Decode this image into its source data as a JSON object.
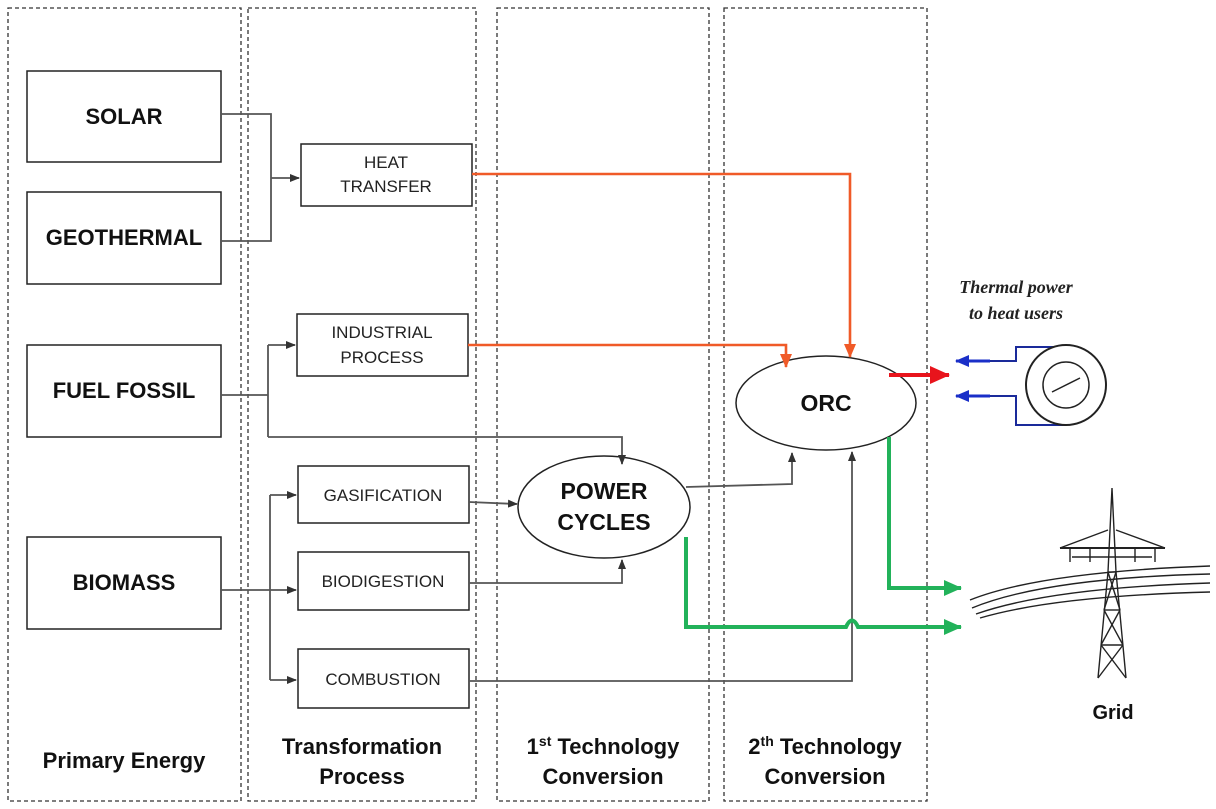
{
  "columns": {
    "primary_energy": [
      "Primary Energy"
    ],
    "transformation_process": [
      "Transformation",
      "Process"
    ],
    "first_tech": {
      "pre": "1",
      "sup": "st",
      "post": " Technology",
      "line2": "Conversion"
    },
    "second_tech": {
      "pre": "2",
      "sup": "th",
      "post": " Technology",
      "line2": "Conversion"
    }
  },
  "primary_sources": {
    "solar": "SOLAR",
    "geothermal": "GEOTHERMAL",
    "fuel_fossil": "FUEL FOSSIL",
    "biomass": "BIOMASS"
  },
  "processes": {
    "heat_transfer": [
      "HEAT",
      "TRANSFER"
    ],
    "industrial_process": [
      "INDUSTRIAL",
      "PROCESS"
    ],
    "gasification": "GASIFICATION",
    "biodigestion": "BIODIGESTION",
    "combustion": "COMBUSTION"
  },
  "conversions": {
    "power_cycles": [
      "POWER",
      "CYCLES"
    ],
    "orc": "ORC"
  },
  "outputs": {
    "thermal_power": [
      "Thermal power",
      "to heat users"
    ],
    "grid": "Grid"
  },
  "colors": {
    "heat_flow": "#f05a28",
    "electric_flow": "#22b25a",
    "thermal_output": "#e8141c",
    "heat_user_pipe": "#1a2a9a",
    "connector": "#555555"
  },
  "icons": [
    "heat-exchanger-icon",
    "power-pylon-icon"
  ]
}
